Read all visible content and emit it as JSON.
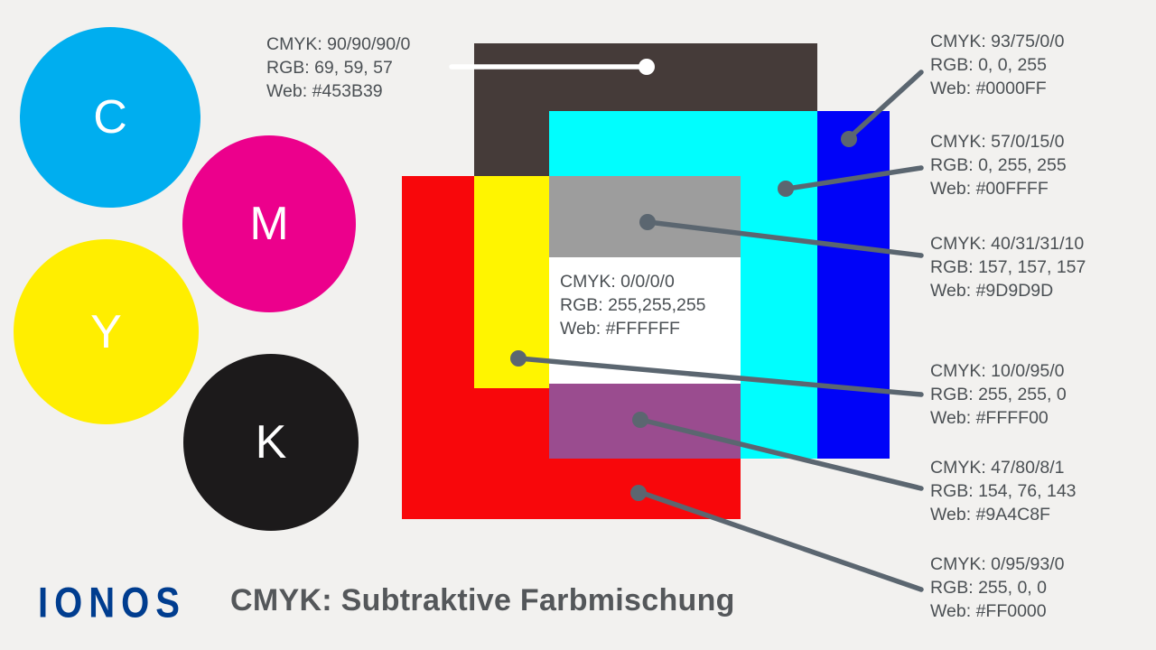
{
  "title": "CMYK: Subtraktive Farbmischung",
  "logo": {
    "text": "IONOS",
    "color": "#003D8F"
  },
  "colors": {
    "background": "#F2F1EF",
    "connector": "#5B6670",
    "annotation_text": "#4B5054",
    "title_text": "#54575A"
  },
  "circles": [
    {
      "label": "C",
      "color": "#00AEEF"
    },
    {
      "label": "M",
      "color": "#EC008C"
    },
    {
      "label": "Y",
      "color": "#FFEE00"
    },
    {
      "label": "K",
      "color": "#1C1A1B"
    }
  ],
  "swatches": {
    "dark": "#453B39",
    "cyan": "#00FEFE",
    "blue": "#0003F8",
    "red": "#F8070B",
    "yellow": "#FFF500",
    "gray": "#9D9D9D",
    "white": "#FFFFFF",
    "purple": "#9A4C8F"
  },
  "annotations": {
    "dark": {
      "lines": [
        "CMYK: 90/90/90/0",
        "RGB: 69, 59, 57",
        "Web: #453B39"
      ]
    },
    "blue": {
      "lines": [
        "CMYK: 93/75/0/0",
        "RGB: 0, 0, 255",
        "Web: #0000FF"
      ]
    },
    "cyan": {
      "lines": [
        "CMYK: 57/0/15/0",
        "RGB: 0, 255, 255",
        "Web: #00FFFF"
      ]
    },
    "gray": {
      "lines": [
        "CMYK: 40/31/31/10",
        "RGB: 157, 157, 157",
        "Web: #9D9D9D"
      ]
    },
    "white": {
      "lines": [
        "CMYK: 0/0/0/0",
        "RGB: 255,255,255",
        "Web: #FFFFFF"
      ]
    },
    "yellow": {
      "lines": [
        "CMYK: 10/0/95/0",
        "RGB: 255, 255, 0",
        "Web: #FFFF00"
      ]
    },
    "purple": {
      "lines": [
        "CMYK: 47/80/8/1",
        "RGB: 154, 76, 143",
        "Web: #9A4C8F"
      ]
    },
    "red": {
      "lines": [
        "CMYK: 0/95/93/0",
        "RGB: 255, 0, 0",
        "Web: #FF0000"
      ]
    }
  }
}
